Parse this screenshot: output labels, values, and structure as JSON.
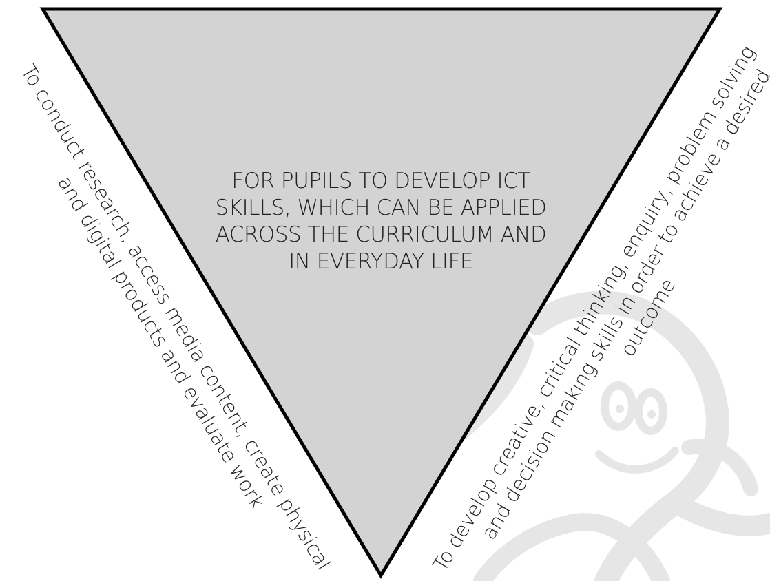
{
  "colors": {
    "triangle_fill": "#d3d3d3",
    "triangle_stroke": "#000000",
    "watermark": "#e9e9e9",
    "text": "#222222"
  },
  "watermark": {
    "icon": "smiling-figure-watermark-icon"
  },
  "triangle": {
    "lines": [
      "FOR PUPILS TO DEVELOP ICT",
      "SKILLS,  WHICH CAN BE APPLIED",
      "ACROSS THE CURRICULUM AND",
      "IN EVERYDAY LIFE"
    ]
  },
  "left_side": {
    "lines": [
      "To conduct research, access media content, create physical",
      "and digital products and evaluate work"
    ]
  },
  "right_side": {
    "lines": [
      "To develop creative, critical thinking, enquiry,  problem solving",
      "and decision making skills in order to achieve a desired",
      "outcome"
    ]
  }
}
